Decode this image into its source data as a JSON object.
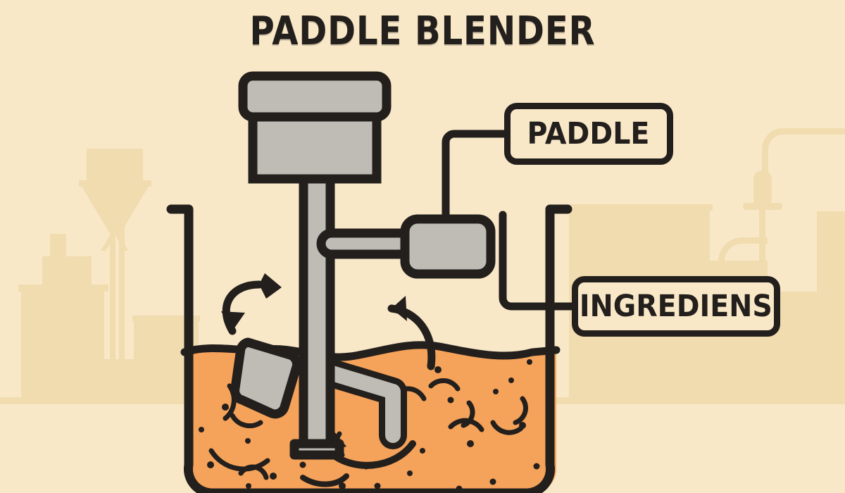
{
  "title": "PADDLE BLENDER",
  "callouts": {
    "paddle": {
      "label": "PADDLE"
    },
    "ingredients": {
      "label": "INGREDIENS"
    }
  },
  "colors": {
    "background": "#F9E8C8",
    "background_silhouette": "#F0DCAF",
    "ink": "#231F1C",
    "metal_grey": "#BEBCB4",
    "ingredient_orange": "#F5A25A"
  },
  "diagram": {
    "type": "technical-illustration",
    "subject": "Paddle blender / industrial mixer",
    "parts": [
      {
        "name": "motor-top-cap",
        "material": "metal",
        "color": "#BEBCB4"
      },
      {
        "name": "motor-housing",
        "material": "metal",
        "color": "#BEBCB4"
      },
      {
        "name": "drive-shaft",
        "material": "metal",
        "color": "#BEBCB4"
      },
      {
        "name": "upper-paddle-arm",
        "material": "metal",
        "color": "#BEBCB4"
      },
      {
        "name": "upper-paddle-blade",
        "material": "metal",
        "color": "#BEBCB4"
      },
      {
        "name": "lower-paddle-blade",
        "material": "metal",
        "color": "#BEBCB4"
      },
      {
        "name": "lower-bent-arm",
        "material": "metal",
        "color": "#BEBCB4"
      },
      {
        "name": "mixing-tank",
        "material": "outline",
        "color": "#231F1C"
      },
      {
        "name": "ingredient-mass",
        "material": "granular",
        "color": "#F5A25A"
      }
    ],
    "motion_arrows": [
      {
        "name": "left-double-arrow",
        "direction": "bidirectional",
        "shape": "arc"
      },
      {
        "name": "right-curved-arrow",
        "direction": "up-left",
        "shape": "arc"
      },
      {
        "name": "swirl-marks",
        "count": 6,
        "shape": "arc"
      }
    ],
    "background_scene": "factory silhouette with water tower, tanks and pipework"
  }
}
